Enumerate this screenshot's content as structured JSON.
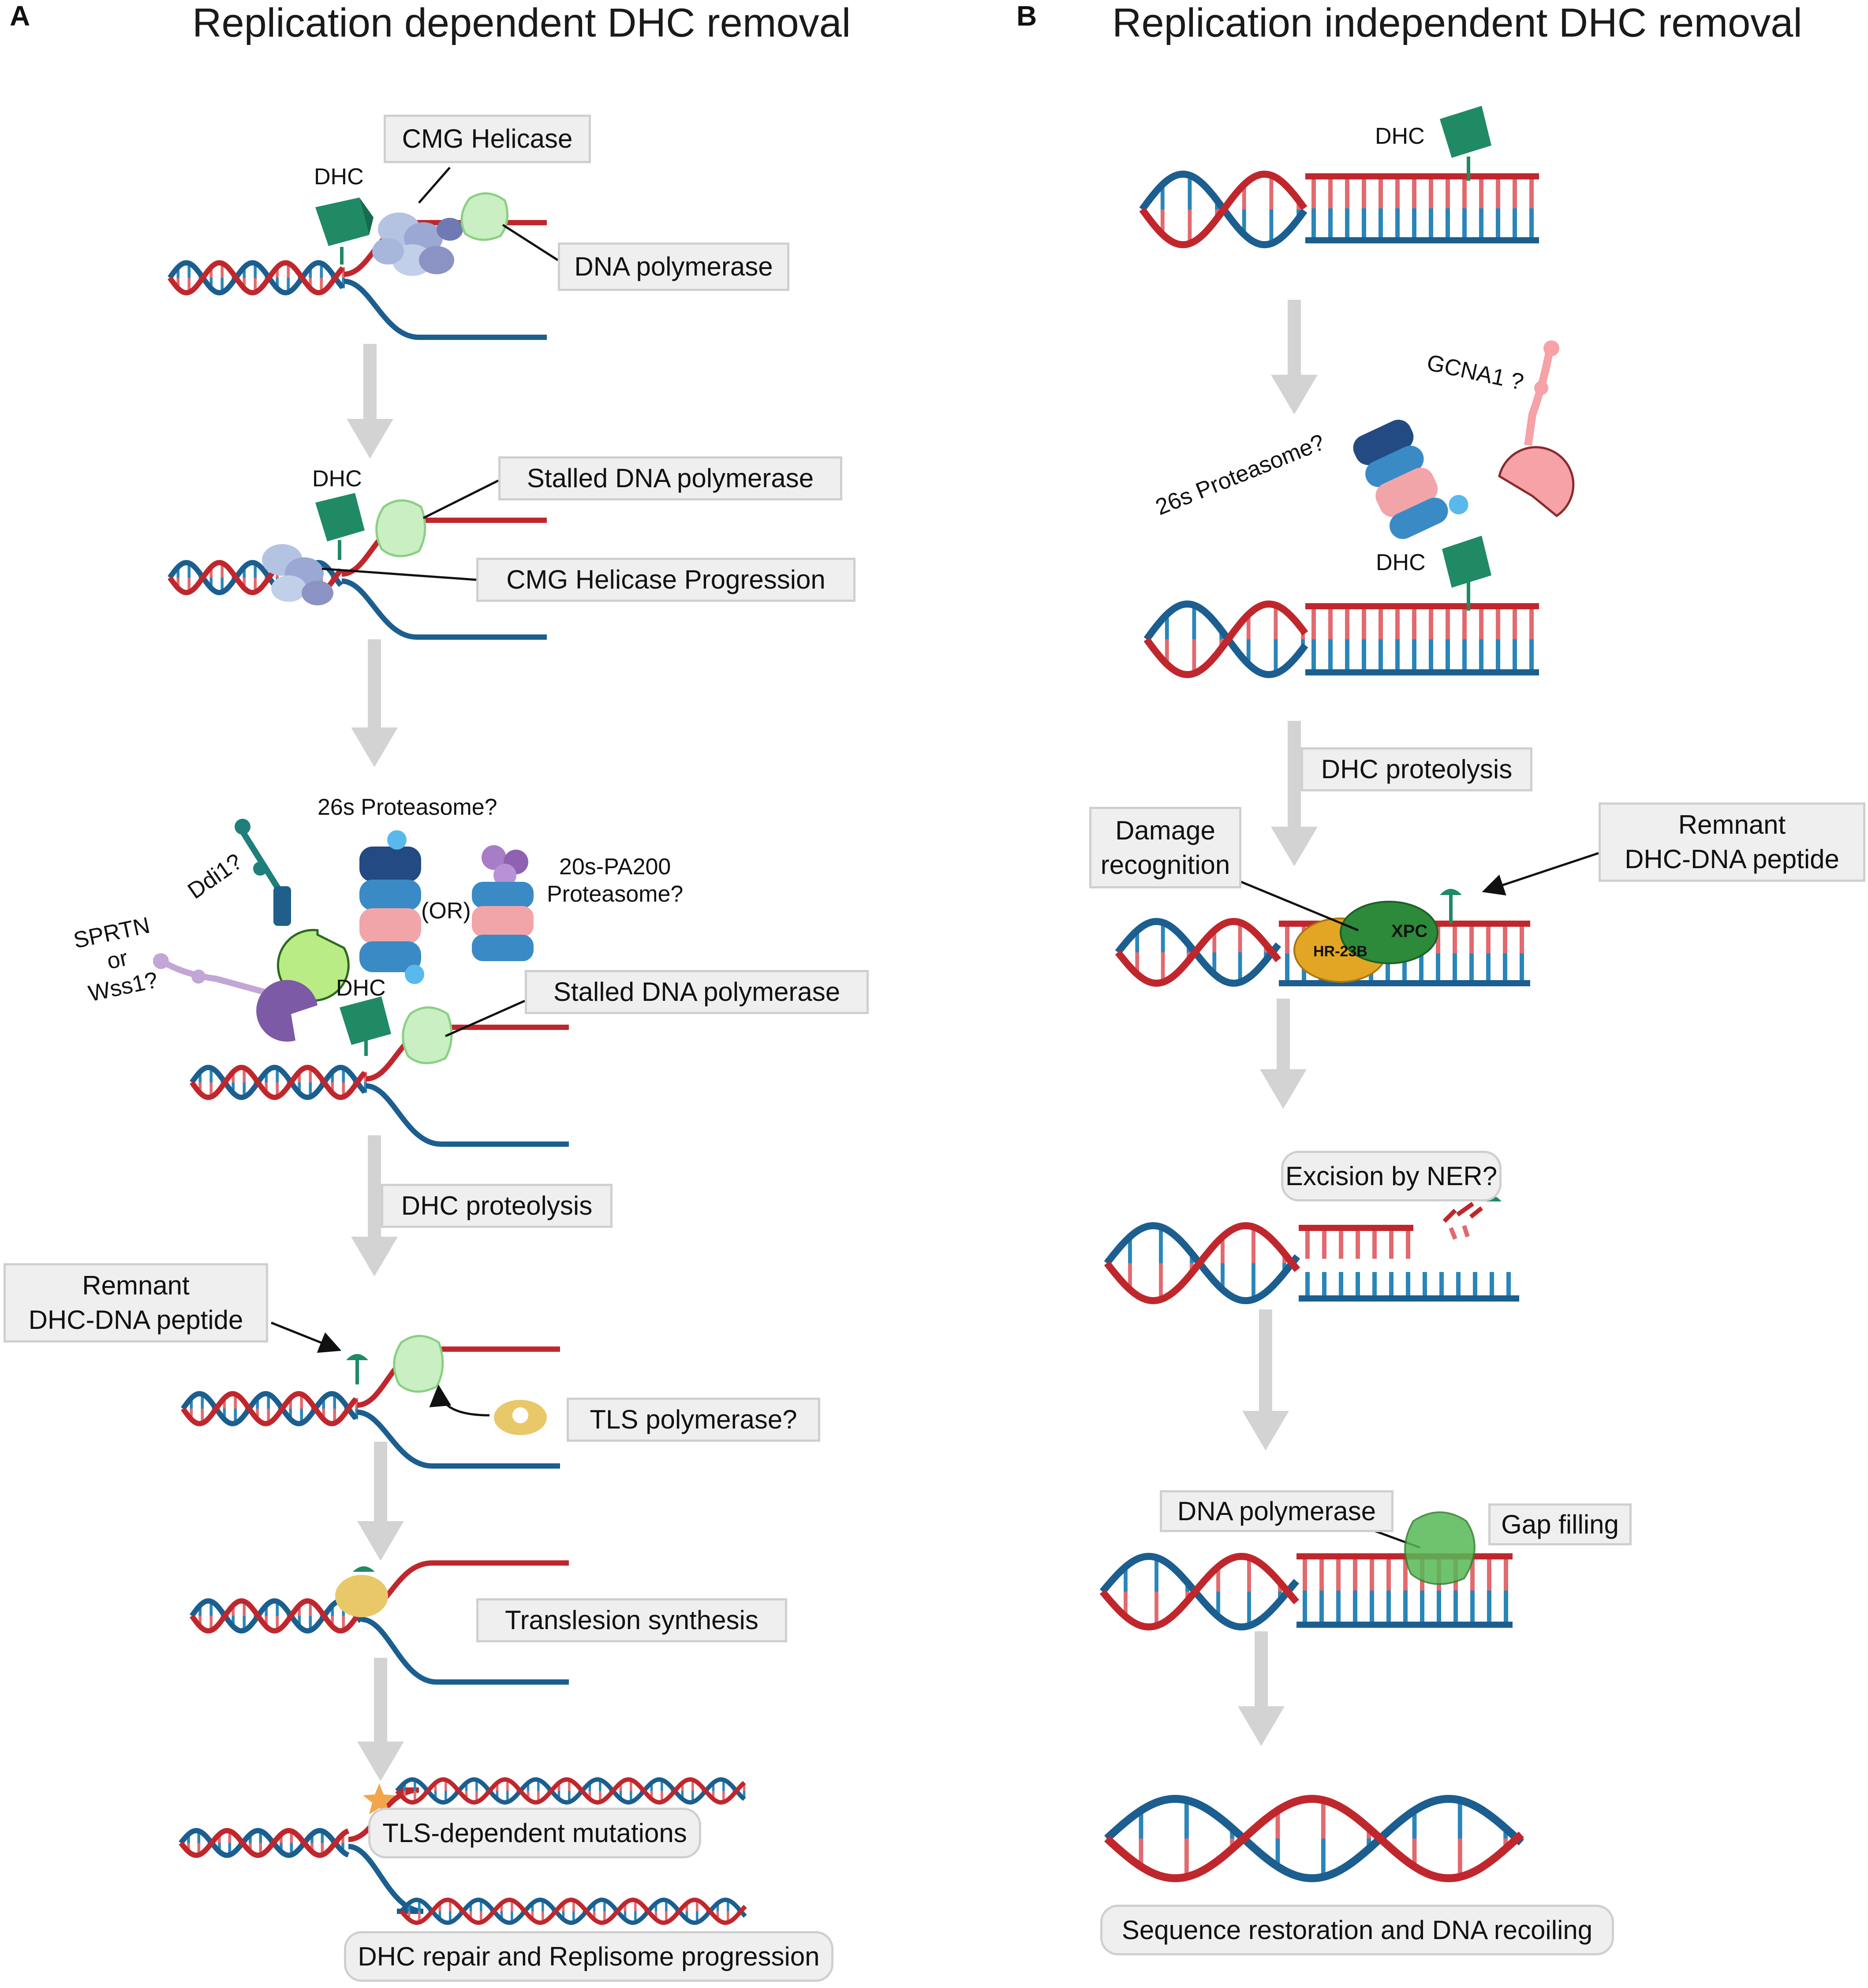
{
  "panel_a": {
    "letter": "A",
    "title": "Replication dependent DHC removal",
    "labels": {
      "dhc_1": "DHC",
      "cmg_helicase": "CMG Helicase",
      "dna_polymerase": "DNA polymerase",
      "dhc_2": "DHC",
      "stalled_pol_1": "Stalled DNA polymerase",
      "cmg_progression": "CMG Helicase Progression",
      "proteasome_26s": "26s Proteasome?",
      "ddi1": "Ddi1?",
      "or": "(OR)",
      "proteasome_20s_line1": "20s-PA200",
      "proteasome_20s_line2": "Proteasome?",
      "sprtn_line1": "SPRTN",
      "sprtn_line2": "or",
      "sprtn_line3": "Wss1?",
      "dhc_3": "DHC",
      "stalled_pol_2": "Stalled DNA polymerase",
      "dhc_proteolysis": "DHC proteolysis",
      "remnant_line1": "Remnant",
      "remnant_line2": "DHC-DNA peptide",
      "tls_polymerase": "TLS polymerase?",
      "translesion": "Translesion synthesis",
      "tls_mutations": "TLS-dependent mutations",
      "dhc_repair": "DHC repair and Replisome progression"
    }
  },
  "panel_b": {
    "letter": "B",
    "title": "Replication independent DHC removal",
    "labels": {
      "dhc_1": "DHC",
      "gcna1": "GCNA1 ?",
      "proteasome_26s": "26s Proteasome?",
      "dhc_2": "DHC",
      "dhc_proteolysis": "DHC proteolysis",
      "damage_line1": "Damage",
      "damage_line2": "recognition",
      "remnant_line1": "Remnant",
      "remnant_line2": "DHC-DNA peptide",
      "xpc": "XPC",
      "hr23b": "HR-23B",
      "excision": "Excision by NER?",
      "dna_polymerase": "DNA polymerase",
      "gap_filling": "Gap filling",
      "sequence_restoration": "Sequence restoration and DNA recoiling"
    }
  },
  "colors": {
    "strand_red": "#c0272d",
    "strand_blue": "#1b5e8f",
    "rung_blue": "#2a86b8",
    "rung_red": "#e16a6f",
    "dhc_green": "#1f8a64",
    "arrow_gray": "#d3d3d3",
    "polymerase_green": "#c9efc3",
    "cmg_purple": "#8e96c8",
    "ddi1_green": "#b9ec85",
    "sprtn_purple": "#7c5aa6",
    "tls_yellow": "#e9c86a",
    "gcna1_pink": "#f6a2a6",
    "xpc_green": "#2c8a3a",
    "hr23b_orange": "#e3a624"
  }
}
